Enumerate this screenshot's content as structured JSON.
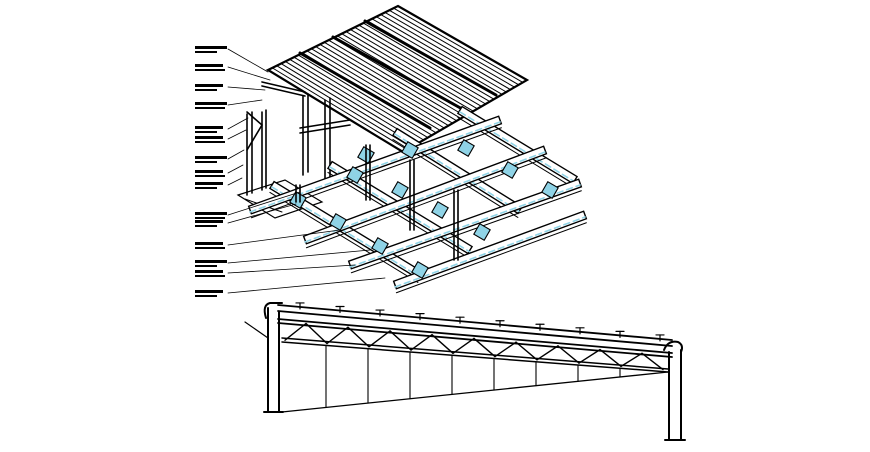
{
  "drawing": {
    "views": [
      {
        "id": "isometric-view",
        "subject": "roof-and-beam-grid"
      },
      {
        "id": "elevation-view",
        "subject": "tapered-truss"
      }
    ],
    "annotation_labels": [],
    "colors": {
      "line": "#000000",
      "background": "#ffffff",
      "steel_highlight": "#8fd3e6",
      "leader_fill": "#000000"
    }
  }
}
